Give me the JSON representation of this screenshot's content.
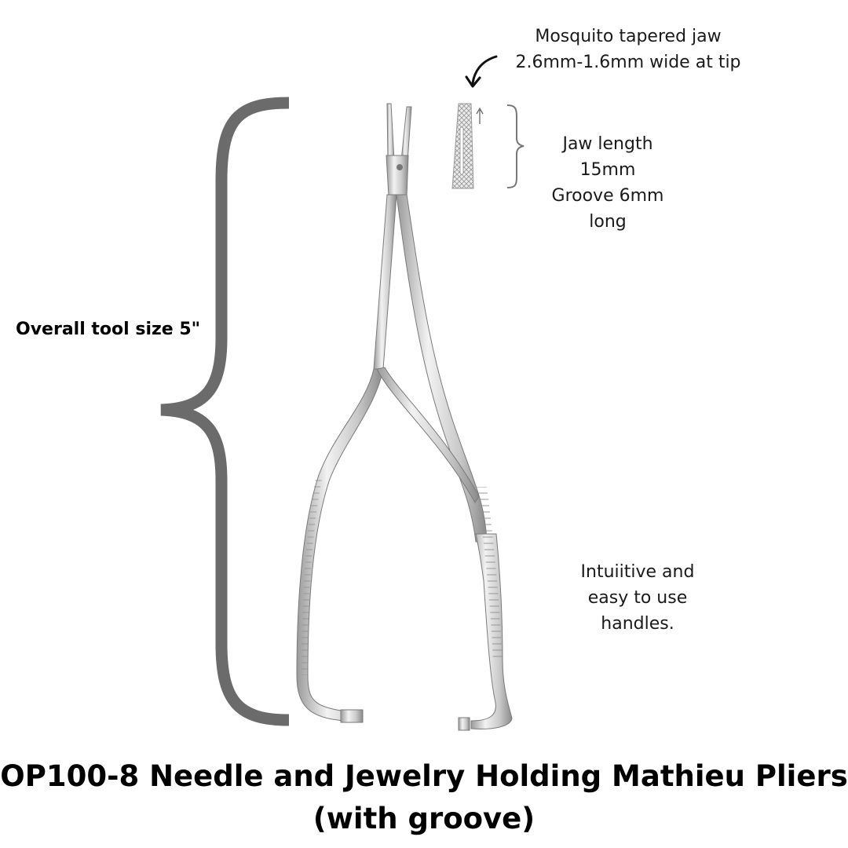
{
  "annotations": {
    "jaw_shape": [
      "Mosquito tapered jaw",
      "2.6mm-1.6mm wide at tip"
    ],
    "jaw_dimensions": [
      "Jaw length",
      "15mm",
      "Groove 6mm",
      "long"
    ],
    "handles": [
      "Intuiitive and",
      "easy to use",
      "handles."
    ],
    "overall_size": "Overall tool size 5\""
  },
  "title": [
    "OP100-8 Needle and Jewelry Holding Mathieu Pliers",
    "(with groove)"
  ],
  "colors": {
    "brace": "#6b6b6b",
    "steel_light": "#e4e4e4",
    "steel_dark": "#8c8c8c",
    "text": "#111111"
  },
  "icons": [
    "large-curly-brace",
    "curved-arrow-icon",
    "small-bracket",
    "jaw-detail-icon",
    "pliers-illustration"
  ]
}
